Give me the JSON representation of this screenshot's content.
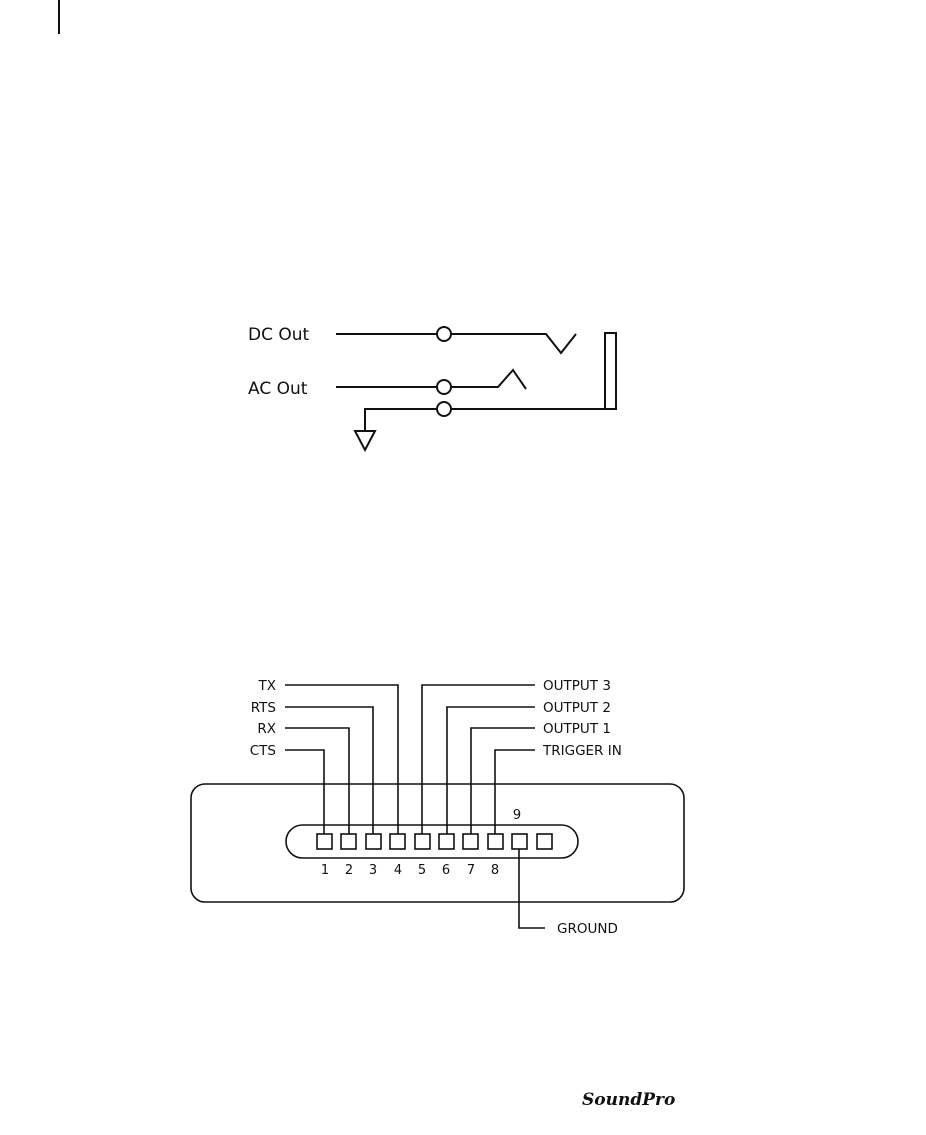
{
  "jack_diagram": {
    "dc_label": "DC Out",
    "ac_label": "AC Out"
  },
  "connector_diagram": {
    "left_signals": [
      "TX",
      "RTS",
      "RX",
      "CTS"
    ],
    "right_signals": [
      "OUTPUT 3",
      "OUTPUT 2",
      "OUTPUT 1",
      "TRIGGER IN"
    ],
    "pin_numbers": [
      "1",
      "2",
      "3",
      "4",
      "5",
      "6",
      "7",
      "8"
    ],
    "pin9_label": "9",
    "ground_label": "GROUND"
  },
  "footer": {
    "logo_text": "SoundPro"
  }
}
